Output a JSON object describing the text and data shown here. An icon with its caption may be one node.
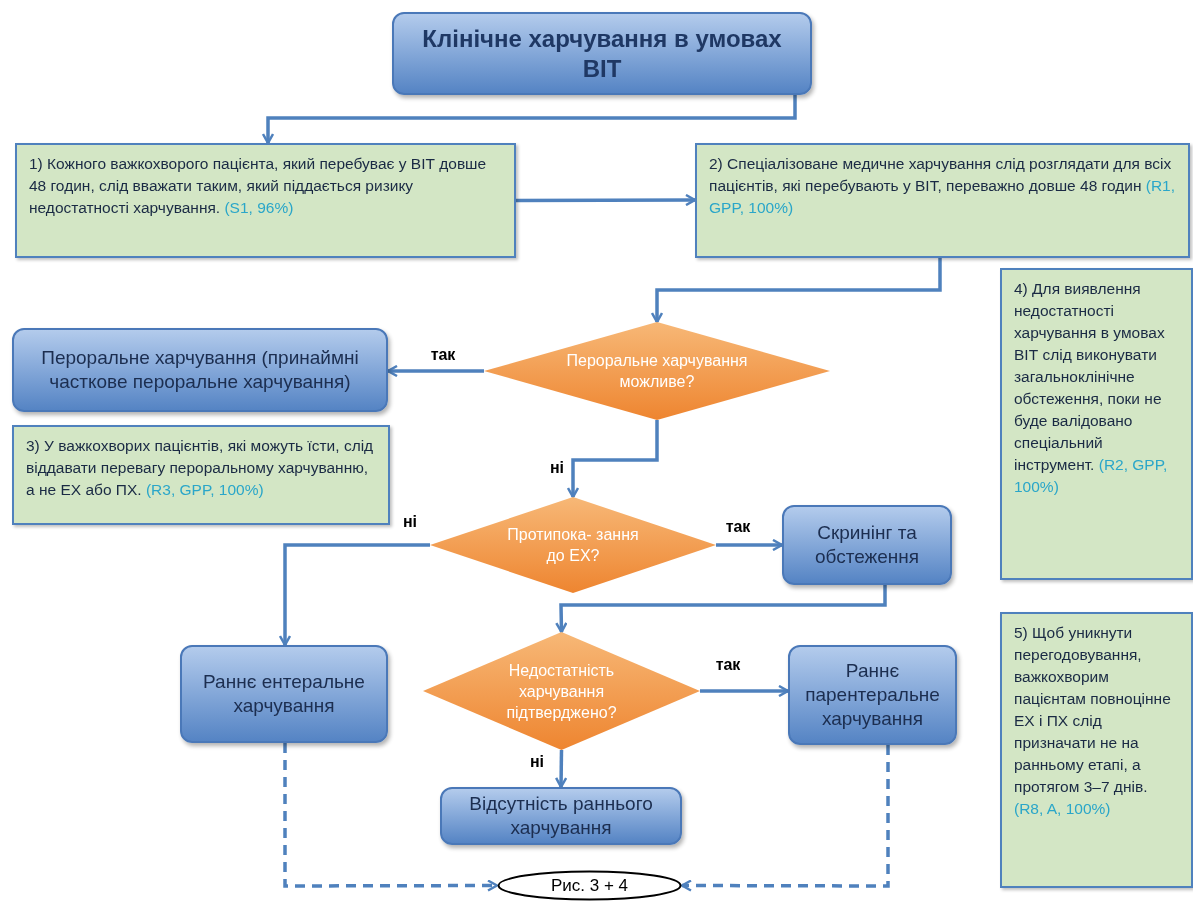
{
  "diagram": {
    "nodes": [
      {
        "text": [
          "Клінічне харчування в умовах ВІТ"
        ]
      },
      {
        "text": [
          "1) Кожного важкохворого пацієнта, який перебуває у ВІТ довше 48 годин, слід вважати таким, який піддається ризику недостатності харчування.",
          "(S1, 96%)"
        ]
      },
      {
        "text": [
          "2) Спеціалізоване медичне харчування слід розглядати для всіх пацієнтів, які перебувають у ВІТ, переважно довше 48 годин",
          "(R1, GPP, 100%)"
        ]
      },
      {
        "text": [
          "Пероральне харчування (принаймні часткове пероральне харчування)"
        ]
      },
      {
        "text": [
          "Пероральне харчування можливе?"
        ]
      },
      {
        "text": [
          "3) У важкохворих пацієнтів, які можуть їсти, слід віддавати перевагу пероральному харчуванню, а не ЕХ або ПХ.",
          "(R3, GPP, 100%)"
        ]
      },
      {
        "text": [
          "4) Для виявлення недостатності харчування в умовах ВІТ слід виконувати загальноклінічне обстеження, поки не буде валідовано спеціальний інструмент.",
          "(R2, GPP, 100%)"
        ]
      },
      {
        "text": [
          "Протипока- зання до ЕХ?"
        ]
      },
      {
        "text": [
          "Скринінг та обстеження"
        ]
      },
      {
        "text": [
          "Раннє ентеральне харчування"
        ]
      },
      {
        "text": [
          "Недостатність харчування підтверджено?"
        ]
      },
      {
        "text": [
          "Раннє парентеральне харчування"
        ]
      },
      {
        "text": [
          "Відсутність раннього харчування"
        ]
      },
      {
        "text": [
          "Рис. 3 + 4"
        ]
      },
      {
        "text": [
          "5) Щоб уникнути перегодовування, важкохворим пацієнтам повноцінне ЕХ і ПХ слід призначати не на ранньому етапі, а протягом 3–7 днів.",
          "(R8, A, 100%)"
        ]
      }
    ],
    "edges": [
      {
        "from": 0,
        "to": 1,
        "arrow": "to"
      },
      {
        "from": 1,
        "to": 2,
        "arrow": "to"
      },
      {
        "from": 2,
        "to": 4,
        "arrow": "to"
      },
      {
        "from": 4,
        "to": 3,
        "arrow": "to",
        "label": "так"
      },
      {
        "from": 4,
        "to": 7,
        "arrow": "to",
        "label": "ні"
      },
      {
        "from": 7,
        "to": 9,
        "arrow": "to",
        "label": "ні"
      },
      {
        "from": 7,
        "to": 8,
        "arrow": "to",
        "label": "так"
      },
      {
        "from": 8,
        "to": 10,
        "arrow": "to"
      },
      {
        "from": 10,
        "to": 11,
        "arrow": "to",
        "label": "так"
      },
      {
        "from": 10,
        "to": 12,
        "arrow": "to",
        "label": "ні"
      },
      {
        "from": 9,
        "to": 13,
        "arrow": "to",
        "style": "dashed"
      },
      {
        "from": 11,
        "to": 13,
        "arrow": "to",
        "style": "dashed"
      }
    ]
  }
}
